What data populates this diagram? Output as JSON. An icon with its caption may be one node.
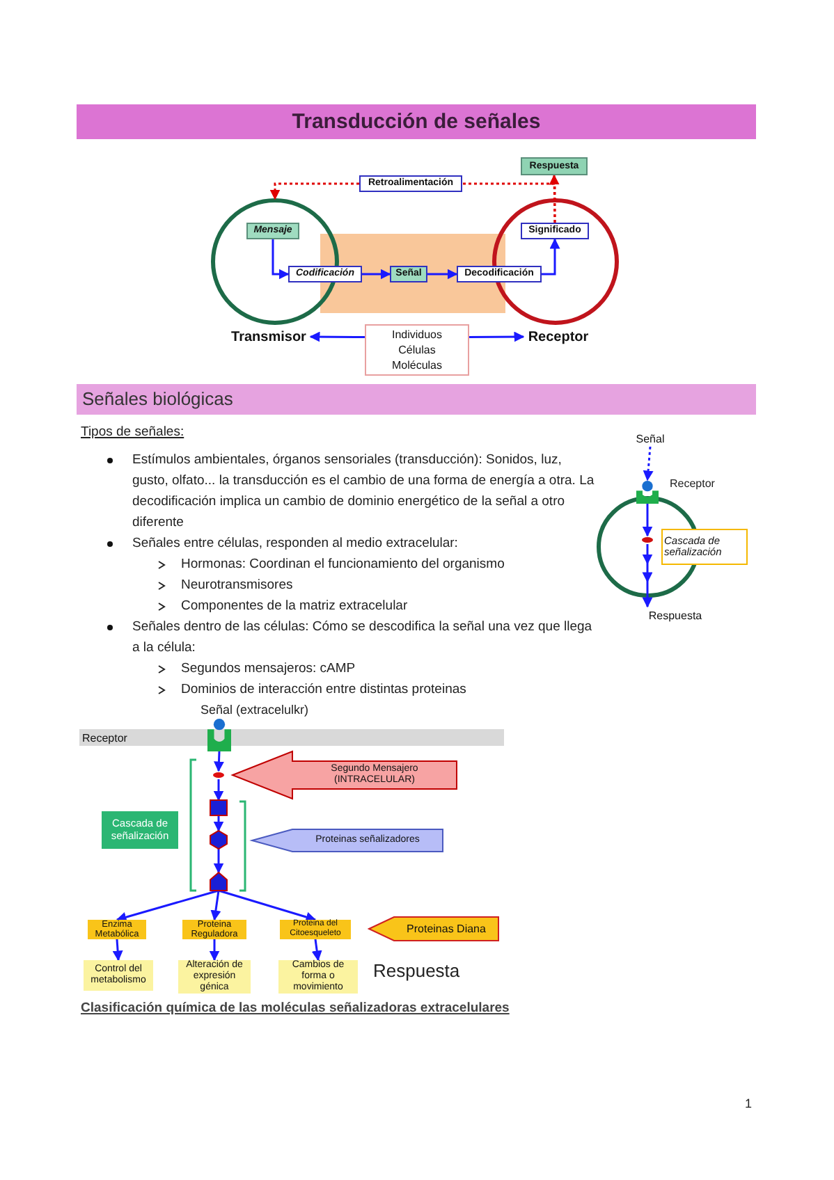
{
  "diagram": {
    "title": "Transducción de señales",
    "nodes": [
      {
        "text": [
          "Respuesta"
        ]
      },
      {
        "text": [
          "Retroalimentación"
        ]
      },
      {
        "text": [],
        "shape": "circle"
      },
      {
        "text": [
          "Mensaje"
        ],
        "in": 2
      },
      {
        "text": [
          "Codificación"
        ]
      },
      {
        "text": [
          "Señal"
        ]
      },
      {
        "text": [
          "Decodificación"
        ]
      },
      {
        "text": [],
        "shape": "circle"
      },
      {
        "text": [
          "Significado"
        ],
        "in": 7
      },
      {
        "text": [
          "Transmisor"
        ]
      },
      {
        "text": [
          "Individuos Células Moléculas"
        ]
      },
      {
        "text": [
          "Receptor"
        ]
      },
      {
        "text": [
          "Señal"
        ]
      },
      {
        "text": [],
        "shape": "cup",
        "beside": [
          "Receptor"
        ]
      },
      {
        "text": [],
        "shape": "circle"
      },
      {
        "text": [],
        "shape": "oval",
        "in": 14
      },
      {
        "text": [
          "Cascada de señalización"
        ]
      },
      {
        "text": [
          "Respuesta"
        ]
      },
      {
        "text": [
          "Receptor"
        ]
      },
      {
        "text": [],
        "shape": "cup"
      },
      {
        "text": [],
        "shape": "oval"
      },
      {
        "text": [],
        "shape": "box"
      },
      {
        "text": [],
        "shape": "hexagon"
      },
      {
        "text": [],
        "shape": "pentagon"
      },
      {
        "text": [
          "Segundo Mensajero (INTRACELULAR)"
        ]
      },
      {
        "text": [
          "Cascada de señalización"
        ]
      },
      {
        "text": [
          "Proteinas señalizadores"
        ]
      },
      {
        "text": [
          "Enzima Metabólica"
        ]
      },
      {
        "text": [
          "Proteina Reguladora"
        ]
      },
      {
        "text": [
          "Proteina del Citoesqueleto"
        ]
      },
      {
        "text": [
          "Proteinas Diana"
        ]
      },
      {
        "text": [
          "Control del metabolismo"
        ]
      },
      {
        "text": [
          "Alteración de expresión génica"
        ]
      },
      {
        "text": [
          "Cambios de forma o movimiento"
        ]
      }
    ],
    "edges": [
      {
        "from": 3,
        "to": 4,
        "arrow": "to"
      },
      {
        "from": 4,
        "to": 5,
        "arrow": "to"
      },
      {
        "from": 5,
        "to": 6,
        "arrow": "to"
      },
      {
        "from": 6,
        "to": 8,
        "arrow": "to"
      },
      {
        "from": 8,
        "to": 0,
        "arrow": "to",
        "style": "dashed",
        "color": "#e00000"
      },
      {
        "from": 1,
        "to": 2,
        "arrow": "to",
        "style": "dashed",
        "color": "#e00000"
      },
      {
        "from": 8,
        "to": 1,
        "arrow": "none",
        "style": "dashed",
        "color": "#e00000"
      },
      {
        "from": 10,
        "to": 9,
        "arrow": "to"
      },
      {
        "from": 10,
        "to": 11,
        "arrow": "to"
      },
      {
        "from": 12,
        "to": 13,
        "arrow": "to",
        "style": "dashed"
      },
      {
        "from": 13,
        "to": 15,
        "arrow": "to"
      },
      {
        "from": 15,
        "to": 17,
        "arrow": "to"
      },
      {
        "from": 19,
        "to": 20,
        "arrow": "to"
      },
      {
        "from": 20,
        "to": 21,
        "arrow": "to"
      },
      {
        "from": 21,
        "to": 22,
        "arrow": "to"
      },
      {
        "from": 22,
        "to": 23,
        "arrow": "to"
      },
      {
        "from": 23,
        "to": 27,
        "arrow": "to"
      },
      {
        "from": 23,
        "to": 28,
        "arrow": "to"
      },
      {
        "from": 23,
        "to": 29,
        "arrow": "to"
      },
      {
        "from": 27,
        "to": 31,
        "arrow": "to"
      },
      {
        "from": 28,
        "to": 32,
        "arrow": "to"
      },
      {
        "from": 29,
        "to": 33,
        "arrow": "to"
      }
    ],
    "labels": [
      "Señales biológicas",
      "Tipos de señales:",
      "Estímulos ambientales, órganos sensoriales (transducción): Sonidos, luz, gusto, olfato... la transducción es el cambio de una forma de energía a otra. La decodificación implica un cambio de dominio energético de la señal a otro diferente",
      "Señales entre células, responden al medio extracelular:",
      "Hormonas: Coordinan el funcionamiento del organismo",
      "Neurotransmisores",
      "Componentes de la matriz extracelular",
      "Señales dentro de las células: Cómo se descodifica la señal una vez que llega a la célula:",
      "Segundos mensajeros: cAMP",
      "Dominios de interacción entre distintas proteinas",
      "Señal (extracelulkr)",
      "Respuesta",
      "Clasificación química de las moléculas señalizadoras extracelulares",
      "1"
    ]
  }
}
